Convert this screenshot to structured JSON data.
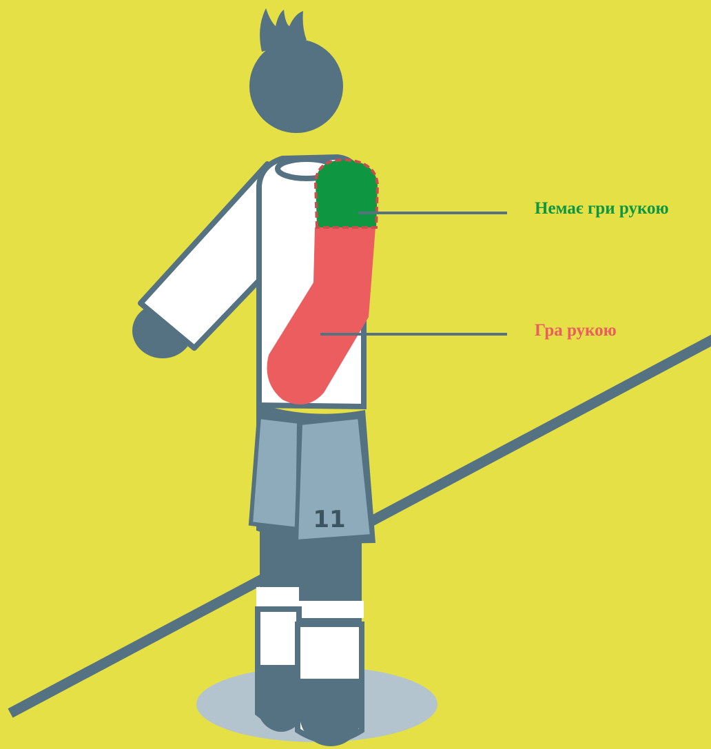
{
  "colors": {
    "background": "#e5e046",
    "outline": "#557282",
    "shirt": "#ffffff",
    "shorts": "#8eabbc",
    "shadow": "#b4c4cf",
    "no_handball_zone": "#0f9640",
    "handball_zone": "#ec5d60",
    "zone_border": "#c74e4e"
  },
  "labels": {
    "no_handball": "Немає гри рукою",
    "handball": "Гра рукою"
  },
  "player": {
    "shirt_number": "11"
  },
  "icons": [
    "player-figure",
    "pitch-line"
  ]
}
